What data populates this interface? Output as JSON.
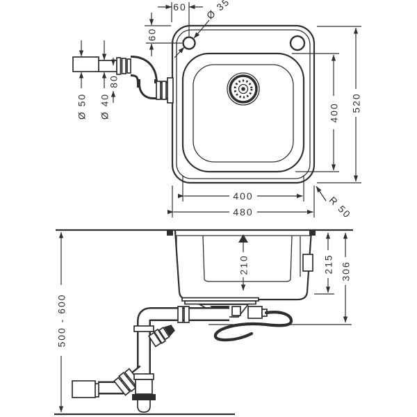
{
  "colors": {
    "ink": "#2e2e2e",
    "background": "#ffffff"
  },
  "top_view": {
    "hole_offset_x": "60",
    "hole_offset_y": "60",
    "hole_diameter": "Ø 35",
    "pipe_outer_diameter": "Ø 50",
    "pipe_inner_diameter": "Ø 40",
    "pipe_axis_offset": "80",
    "bowl_length": "400",
    "outer_length": "520",
    "bowl_width": "400",
    "outer_width": "480",
    "corner_radius": "R 50"
  },
  "side_view": {
    "bowl_depth": "210",
    "rim_to_bowl_bottom": "215",
    "total_depth": "306",
    "install_height": "500 - 600"
  }
}
